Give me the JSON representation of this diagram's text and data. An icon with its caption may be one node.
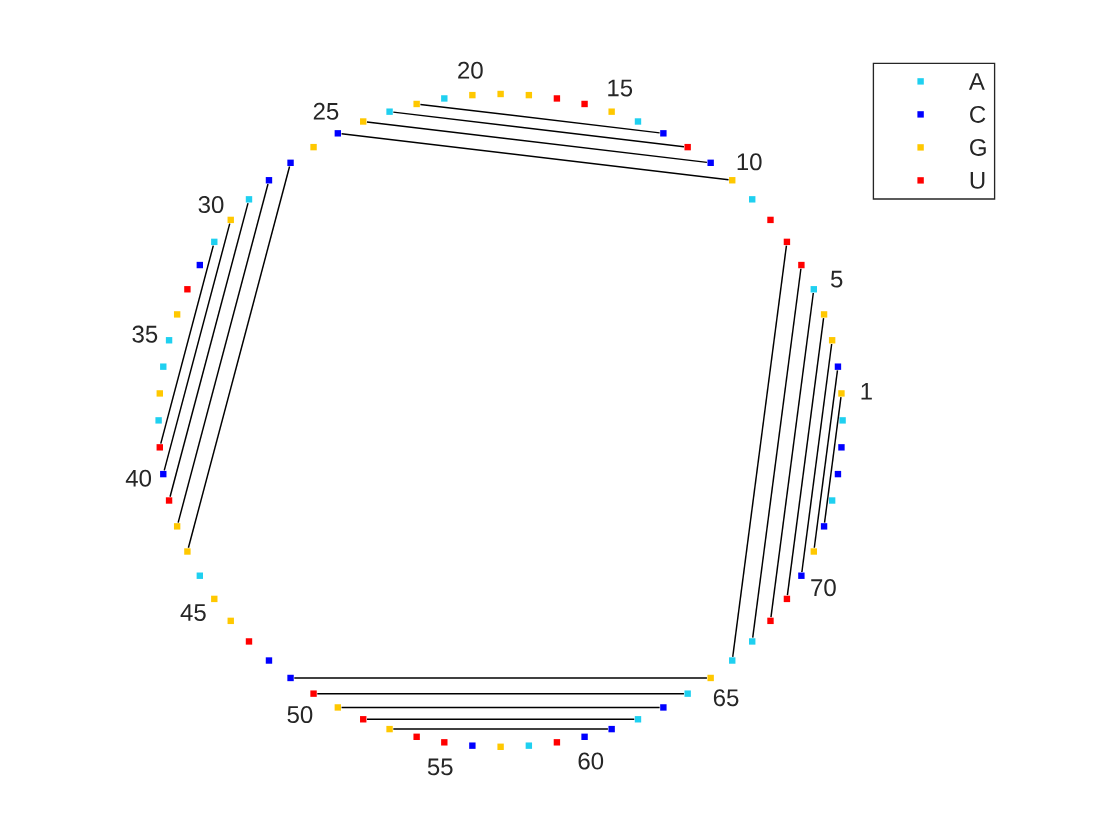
{
  "diagram": {
    "nodes": [
      {
        "text": [],
        "shape": "box",
        "beside": [
          "1"
        ]
      },
      {
        "text": [],
        "shape": "box"
      },
      {
        "text": [],
        "shape": "box"
      },
      {
        "text": [],
        "shape": "box"
      },
      {
        "text": [],
        "shape": "box",
        "beside": [
          "5"
        ]
      },
      {
        "text": [],
        "shape": "box"
      },
      {
        "text": [],
        "shape": "box"
      },
      {
        "text": [],
        "shape": "box"
      },
      {
        "text": [],
        "shape": "box"
      },
      {
        "text": [],
        "shape": "box",
        "beside": [
          "10"
        ]
      },
      {
        "text": [],
        "shape": "box"
      },
      {
        "text": [],
        "shape": "box"
      },
      {
        "text": [],
        "shape": "box"
      },
      {
        "text": [],
        "shape": "box"
      },
      {
        "text": [],
        "shape": "box",
        "beside": [
          "15"
        ]
      },
      {
        "text": [],
        "shape": "box"
      },
      {
        "text": [],
        "shape": "box"
      },
      {
        "text": [],
        "shape": "box"
      },
      {
        "text": [],
        "shape": "box"
      },
      {
        "text": [],
        "shape": "box",
        "beside": [
          "20"
        ]
      },
      {
        "text": [],
        "shape": "box"
      },
      {
        "text": [],
        "shape": "box"
      },
      {
        "text": [],
        "shape": "box"
      },
      {
        "text": [],
        "shape": "box"
      },
      {
        "text": [],
        "shape": "box",
        "beside": [
          "25"
        ]
      },
      {
        "text": [],
        "shape": "box"
      },
      {
        "text": [],
        "shape": "box"
      },
      {
        "text": [],
        "shape": "box"
      },
      {
        "text": [],
        "shape": "box"
      },
      {
        "text": [],
        "shape": "box",
        "beside": [
          "30"
        ]
      },
      {
        "text": [],
        "shape": "box"
      },
      {
        "text": [],
        "shape": "box"
      },
      {
        "text": [],
        "shape": "box"
      },
      {
        "text": [],
        "shape": "box"
      },
      {
        "text": [],
        "shape": "box",
        "beside": [
          "35"
        ]
      },
      {
        "text": [],
        "shape": "box"
      },
      {
        "text": [],
        "shape": "box"
      },
      {
        "text": [],
        "shape": "box"
      },
      {
        "text": [],
        "shape": "box"
      },
      {
        "text": [],
        "shape": "box",
        "beside": [
          "40"
        ]
      },
      {
        "text": [],
        "shape": "box"
      },
      {
        "text": [],
        "shape": "box"
      },
      {
        "text": [],
        "shape": "box"
      },
      {
        "text": [],
        "shape": "box"
      },
      {
        "text": [],
        "shape": "box",
        "beside": [
          "45"
        ]
      },
      {
        "text": [],
        "shape": "box"
      },
      {
        "text": [],
        "shape": "box"
      },
      {
        "text": [],
        "shape": "box"
      },
      {
        "text": [],
        "shape": "box"
      },
      {
        "text": [],
        "shape": "box",
        "beside": [
          "50"
        ]
      },
      {
        "text": [],
        "shape": "box"
      },
      {
        "text": [],
        "shape": "box"
      },
      {
        "text": [],
        "shape": "box"
      },
      {
        "text": [],
        "shape": "box"
      },
      {
        "text": [],
        "shape": "box",
        "beside": [
          "55"
        ]
      },
      {
        "text": [],
        "shape": "box"
      },
      {
        "text": [],
        "shape": "box"
      },
      {
        "text": [],
        "shape": "box"
      },
      {
        "text": [],
        "shape": "box"
      },
      {
        "text": [],
        "shape": "box",
        "beside": [
          "60"
        ]
      },
      {
        "text": [],
        "shape": "box"
      },
      {
        "text": [],
        "shape": "box"
      },
      {
        "text": [],
        "shape": "box"
      },
      {
        "text": [],
        "shape": "box"
      },
      {
        "text": [],
        "shape": "box",
        "beside": [
          "65"
        ]
      },
      {
        "text": [],
        "shape": "box"
      },
      {
        "text": [],
        "shape": "box"
      },
      {
        "text": [],
        "shape": "box"
      },
      {
        "text": [],
        "shape": "box"
      },
      {
        "text": [],
        "shape": "box",
        "beside": [
          "70"
        ]
      },
      {
        "text": [],
        "shape": "box"
      },
      {
        "text": [],
        "shape": "box"
      },
      {
        "text": [],
        "shape": "box"
      },
      {
        "text": [],
        "shape": "box"
      },
      {
        "text": [],
        "shape": "box"
      },
      {
        "text": [],
        "shape": "box"
      }
    ],
    "edges": [
      {
        "from": 0,
        "to": 71,
        "arrow": "none"
      },
      {
        "from": 1,
        "to": 70,
        "arrow": "none"
      },
      {
        "from": 2,
        "to": 69,
        "arrow": "none"
      },
      {
        "from": 3,
        "to": 68,
        "arrow": "none"
      },
      {
        "from": 4,
        "to": 67,
        "arrow": "none"
      },
      {
        "from": 5,
        "to": 66,
        "arrow": "none"
      },
      {
        "from": 6,
        "to": 65,
        "arrow": "none"
      },
      {
        "from": 9,
        "to": 24,
        "arrow": "none"
      },
      {
        "from": 10,
        "to": 23,
        "arrow": "none"
      },
      {
        "from": 11,
        "to": 22,
        "arrow": "none"
      },
      {
        "from": 12,
        "to": 21,
        "arrow": "none"
      },
      {
        "from": 26,
        "to": 42,
        "arrow": "none"
      },
      {
        "from": 27,
        "to": 41,
        "arrow": "none"
      },
      {
        "from": 28,
        "to": 40,
        "arrow": "none"
      },
      {
        "from": 29,
        "to": 39,
        "arrow": "none"
      },
      {
        "from": 30,
        "to": 38,
        "arrow": "none"
      },
      {
        "from": 48,
        "to": 64,
        "arrow": "none"
      },
      {
        "from": 49,
        "to": 63,
        "arrow": "none"
      },
      {
        "from": 50,
        "to": 62,
        "arrow": "none"
      },
      {
        "from": 51,
        "to": 61,
        "arrow": "none"
      },
      {
        "from": 52,
        "to": 60,
        "arrow": "none"
      }
    ],
    "legend": [
      {
        "text": "A",
        "color": "#1fd0f0"
      },
      {
        "text": "C",
        "color": "#0000ff"
      },
      {
        "text": "G",
        "color": "#ffc800"
      },
      {
        "text": "U",
        "color": "#ff0000"
      }
    ]
  }
}
